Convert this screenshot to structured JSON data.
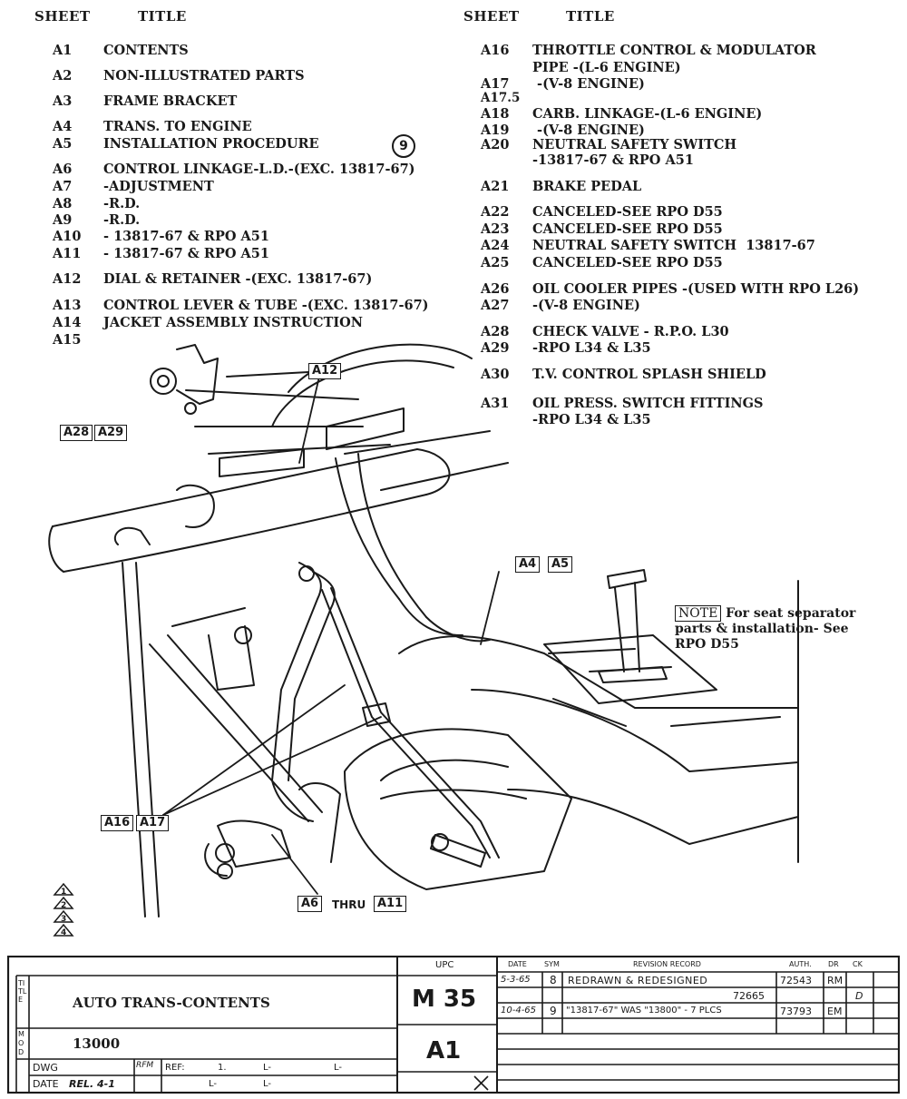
{
  "header": {
    "sheet_left": "SHEET",
    "title_left": "TITLE",
    "sheet_right": "SHEET",
    "title_right": "TITLE"
  },
  "left_entries": [
    {
      "sheet": "A1",
      "title": "CONTENTS"
    },
    {
      "sheet": "A2",
      "title": "NON-ILLUSTRATED PARTS"
    },
    {
      "sheet": "A3",
      "title": "FRAME BRACKET"
    },
    {
      "sheet": "A4",
      "title": "TRANS. TO ENGINE"
    },
    {
      "sheet": "A5",
      "title": "INSTALLATION PROCEDURE"
    },
    {
      "sheet": "A6",
      "title": "CONTROL LINKAGE-L.D.-(EXC. 13817-67)"
    },
    {
      "sheet": "A7",
      "title": "-ADJUSTMENT"
    },
    {
      "sheet": "A8",
      "title": "-R.D."
    },
    {
      "sheet": "A9",
      "title": "-R.D."
    },
    {
      "sheet": "A10",
      "title": "- 13817-67 & RPO A51"
    },
    {
      "sheet": "A11",
      "title": "- 13817-67 & RPO A51"
    },
    {
      "sheet": "A12",
      "title": "DIAL & RETAINER -(EXC. 13817-67)"
    },
    {
      "sheet": "A13",
      "title": "CONTROL LEVER & TUBE -(EXC. 13817-67)"
    },
    {
      "sheet": "A14",
      "title": "JACKET ASSEMBLY INSTRUCTION"
    },
    {
      "sheet": "A15",
      "title": ""
    }
  ],
  "right_entries": [
    {
      "sheet": "A16",
      "title": "THROTTLE CONTROL & MODULATOR"
    },
    {
      "sheet": "",
      "title": "PIPE -(L-6 ENGINE)"
    },
    {
      "sheet": "A17",
      "title": " -(V-8 ENGINE)"
    },
    {
      "sheet": "A17.5",
      "title": ""
    },
    {
      "sheet": "A18",
      "title": "CARB. LINKAGE-(L-6 ENGINE)"
    },
    {
      "sheet": "A19",
      "title": " -(V-8 ENGINE)"
    },
    {
      "sheet": "A20",
      "title": "NEUTRAL SAFETY SWITCH"
    },
    {
      "sheet": "",
      "title": "-13817-67 & RPO A51"
    },
    {
      "sheet": "A21",
      "title": "BRAKE PEDAL"
    },
    {
      "sheet": "A22",
      "title": "CANCELED-SEE RPO D55"
    },
    {
      "sheet": "A23",
      "title": "CANCELED-SEE RPO D55"
    },
    {
      "sheet": "A24",
      "title": "NEUTRAL SAFETY SWITCH  13817-67"
    },
    {
      "sheet": "A25",
      "title": "CANCELED-SEE RPO D55"
    },
    {
      "sheet": "A26",
      "title": "OIL COOLER PIPES -(USED WITH RPO L26)"
    },
    {
      "sheet": "A27",
      "title": "-(V-8 ENGINE)"
    },
    {
      "sheet": "A28",
      "title": "CHECK VALVE - R.P.O. L30"
    },
    {
      "sheet": "A29",
      "title": "-RPO L34 & L35"
    },
    {
      "sheet": "A30",
      "title": "T.V. CONTROL SPLASH SHIELD"
    },
    {
      "sheet": "A31",
      "title": "OIL PRESS. SWITCH FITTINGS"
    },
    {
      "sheet": "",
      "title": "-RPO L34 & L35"
    }
  ],
  "callouts": {
    "a12": "A12",
    "a28": "A28",
    "a29": "A29",
    "a4": "A4",
    "a5": "A5",
    "a16": "A16",
    "a17": "A17",
    "a6": "A6",
    "thru": "THRU",
    "a11": "A11"
  },
  "revision_circle": "9",
  "note": {
    "tag": "NOTE",
    "line1": "For seat separator",
    "line2": "parts & installation- See",
    "line3": "RPO D55"
  },
  "revision_triangles": [
    "1",
    "2",
    "3",
    "4"
  ],
  "title_block": {
    "title_label": "TITLE",
    "title": "AUTO TRANS-CONTENTS",
    "mod_label": "MOD",
    "model": "13000",
    "dwg_label": "DWG",
    "date_label": "DATE",
    "rel": "REL. 4-1",
    "rfm": "RFM",
    "ref": "REF:",
    "ref_items": [
      "1.",
      "L-",
      "L-",
      "L-",
      "L-"
    ],
    "upc_label": "UPC",
    "upc": "M 35",
    "sheet_code": "A1",
    "col_date": "DATE",
    "col_sym": "SYM",
    "col_revision": "REVISION RECORD",
    "col_auth": "AUTH.",
    "col_dr": "DR",
    "col_ck": "CK",
    "revisions": [
      {
        "date": "5-3-65",
        "sym": "8",
        "text": "REDRAWN & REDESIGNED",
        "auth": "72543",
        "dr": "RM",
        "ck": ""
      },
      {
        "date": "",
        "sym": "",
        "text": "72665",
        "auth": "",
        "dr": "",
        "ck": "D"
      },
      {
        "date": "10-4-65",
        "sym": "9",
        "text": "\"13817-67\" WAS \"13800\" - 7 PLCS",
        "auth": "73793",
        "dr": "EM",
        "ck": ""
      }
    ]
  }
}
